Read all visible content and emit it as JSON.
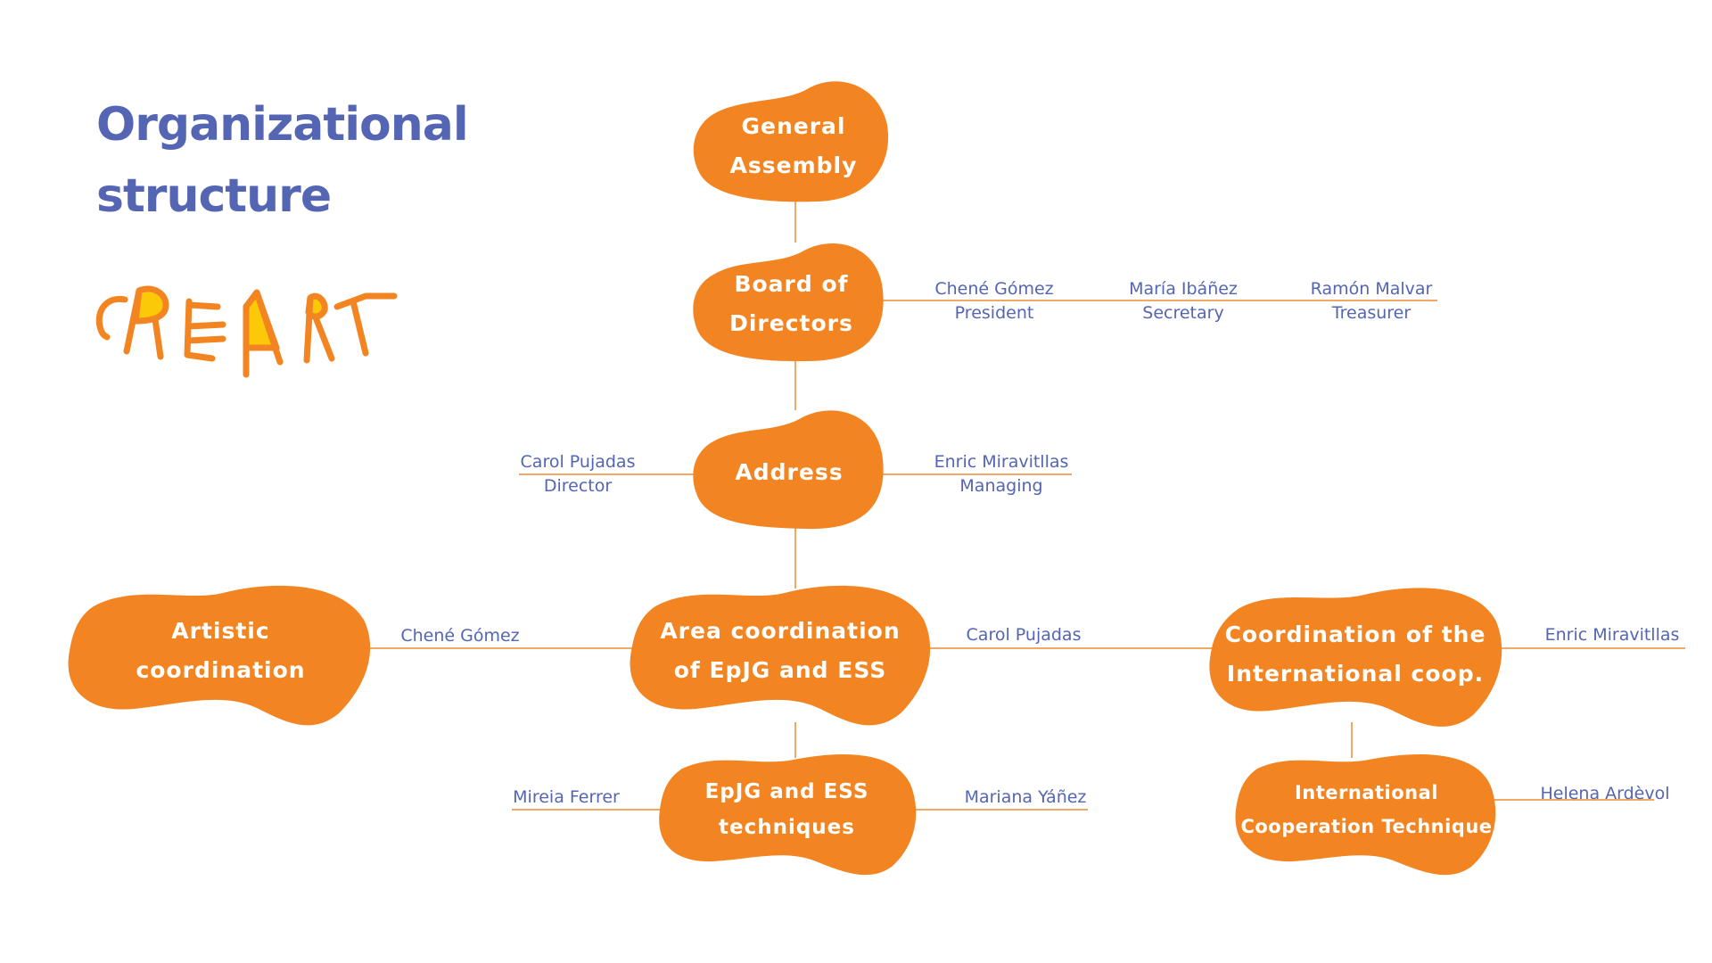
{
  "colors": {
    "title": "#5465b4",
    "blob_fill": "#f28522",
    "connector": "#f2a865",
    "person_text": "#5465b4",
    "logo_stroke": "#f28522",
    "logo_fill": "#fcc908"
  },
  "title": {
    "line1": "Organizational",
    "line2": "structure"
  },
  "logo": {
    "text": "CREART"
  },
  "nodes": {
    "general_assembly": {
      "line1": "General",
      "line2": "Assembly"
    },
    "board": {
      "line1": "Board of",
      "line2": "Directors"
    },
    "address": {
      "line1": "Address",
      "line2": ""
    },
    "artistic": {
      "line1": "Artistic",
      "line2": "coordination"
    },
    "area": {
      "line1": "Area coordination",
      "line2": "of EpJG and ESS"
    },
    "intl_coord": {
      "line1": "Coordination of the",
      "line2": "International coop."
    },
    "epjg_tech": {
      "line1": "EpJG and ESS",
      "line2": "techniques"
    },
    "intl_tech": {
      "line1": "International",
      "line2": "Cooperation Technique"
    }
  },
  "people": {
    "board_president": {
      "name": "Chené Gómez",
      "role": "President"
    },
    "board_secretary": {
      "name": "María Ibáñez",
      "role": "Secretary"
    },
    "board_treasurer": {
      "name": "Ramón Malvar",
      "role": "Treasurer"
    },
    "address_director": {
      "name": "Carol Pujadas",
      "role": "Director"
    },
    "address_managing": {
      "name": "Enric Miravitllas",
      "role": "Managing"
    },
    "artistic_lead": {
      "name": "Chené Gómez"
    },
    "area_lead": {
      "name": "Carol Pujadas"
    },
    "intl_lead": {
      "name": "Enric Miravitllas"
    },
    "epjg_left": {
      "name": "Mireia Ferrer"
    },
    "epjg_right": {
      "name": "Mariana Yáñez"
    },
    "intl_tech_lead": {
      "name": "Helena Ardèvol"
    }
  }
}
